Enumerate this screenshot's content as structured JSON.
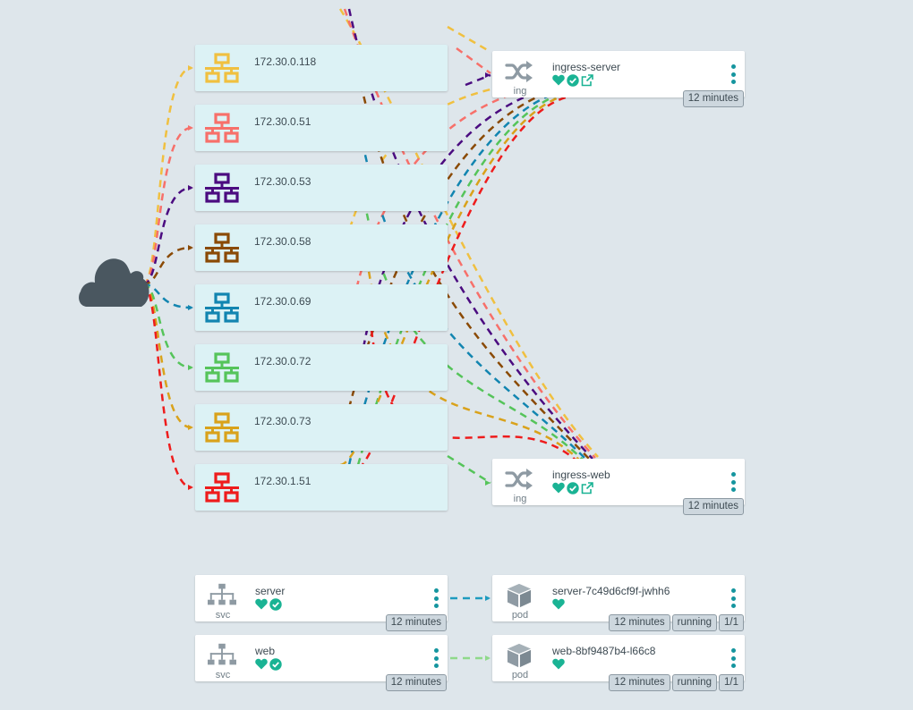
{
  "ip_nodes": [
    {
      "label": "172.30.0.118",
      "color": "#f0c040"
    },
    {
      "label": "172.30.0.51",
      "color": "#f7706a"
    },
    {
      "label": "172.30.0.53",
      "color": "#4b0c80"
    },
    {
      "label": "172.30.0.58",
      "color": "#8a4a05"
    },
    {
      "label": "172.30.0.69",
      "color": "#1285b0"
    },
    {
      "label": "172.30.0.72",
      "color": "#55c45a"
    },
    {
      "label": "172.30.0.73",
      "color": "#d9a21b"
    },
    {
      "label": "172.30.1.51",
      "color": "#ee1c1c"
    }
  ],
  "ingresses": [
    {
      "name": "ingress-server",
      "kind": "ing",
      "age": "12 minutes"
    },
    {
      "name": "ingress-web",
      "kind": "ing",
      "age": "12 minutes"
    }
  ],
  "services": [
    {
      "name": "server",
      "kind": "svc",
      "age": "12 minutes"
    },
    {
      "name": "web",
      "kind": "svc",
      "age": "12 minutes"
    }
  ],
  "pods": [
    {
      "name": "server-7c49d6cf9f-jwhh6",
      "kind": "pod",
      "age": "12 minutes",
      "status": "running",
      "ready": "1/1"
    },
    {
      "name": "web-8bf9487b4-l66c8",
      "kind": "pod",
      "age": "12 minutes",
      "status": "running",
      "ready": "1/1"
    }
  ],
  "colors": {
    "health_green": "#1ab394",
    "menu_teal": "#15959f",
    "icon_gray": "#8e9aa3",
    "cloud": "#4a5760",
    "svc_to_pod_server": "#1e9bbf",
    "svc_to_pod_web": "#8fd98a"
  },
  "icons": {
    "external": "cloud-icon",
    "ip": "network-icon",
    "ingress": "shuffle-icon",
    "service": "hierarchy-icon",
    "pod": "cube-icon",
    "health": "heart-icon",
    "synced": "check-circle-icon",
    "link": "external-link-icon",
    "menu": "kebab-menu-icon"
  }
}
